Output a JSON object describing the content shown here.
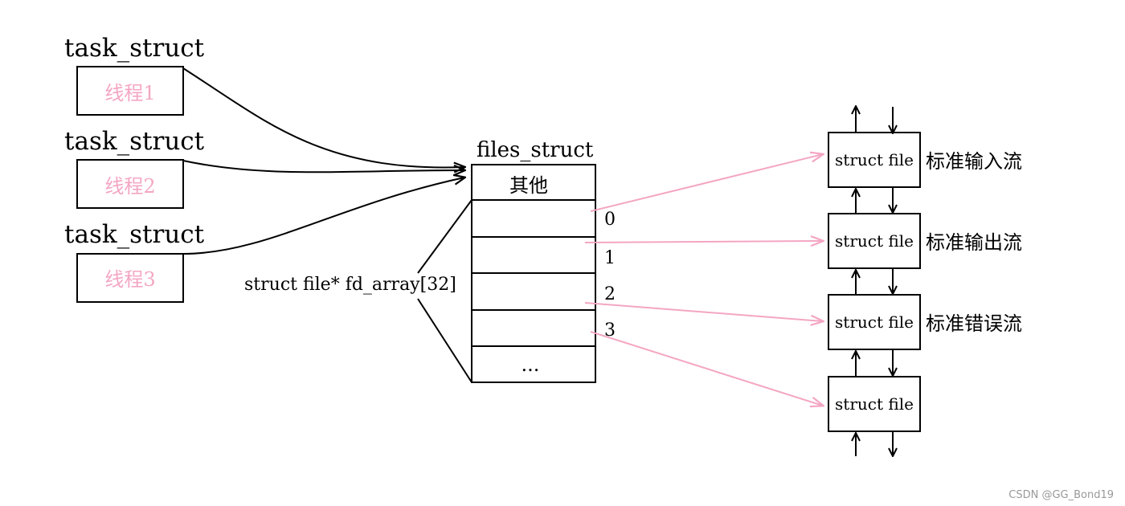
{
  "threads": [
    {
      "title": "task_struct",
      "label": "线程1"
    },
    {
      "title": "task_struct",
      "label": "线程2"
    },
    {
      "title": "task_struct",
      "label": "线程3"
    }
  ],
  "files_struct": {
    "title": "files_struct",
    "other_label": "其他",
    "array_label": "struct file* fd_array[32]",
    "indices": [
      "0",
      "1",
      "2",
      "3"
    ],
    "ellipsis": "..."
  },
  "file_objects": [
    {
      "label": "struct file",
      "stream": "标准输入流"
    },
    {
      "label": "struct file",
      "stream": "标准输出流"
    },
    {
      "label": "struct file",
      "stream": "标准错误流"
    },
    {
      "label": "struct file",
      "stream": ""
    }
  ],
  "watermark": "CSDN @GG_Bond19",
  "colors": {
    "stroke": "#000000",
    "pink": "#f4a6c3",
    "watermark": "#999999"
  }
}
